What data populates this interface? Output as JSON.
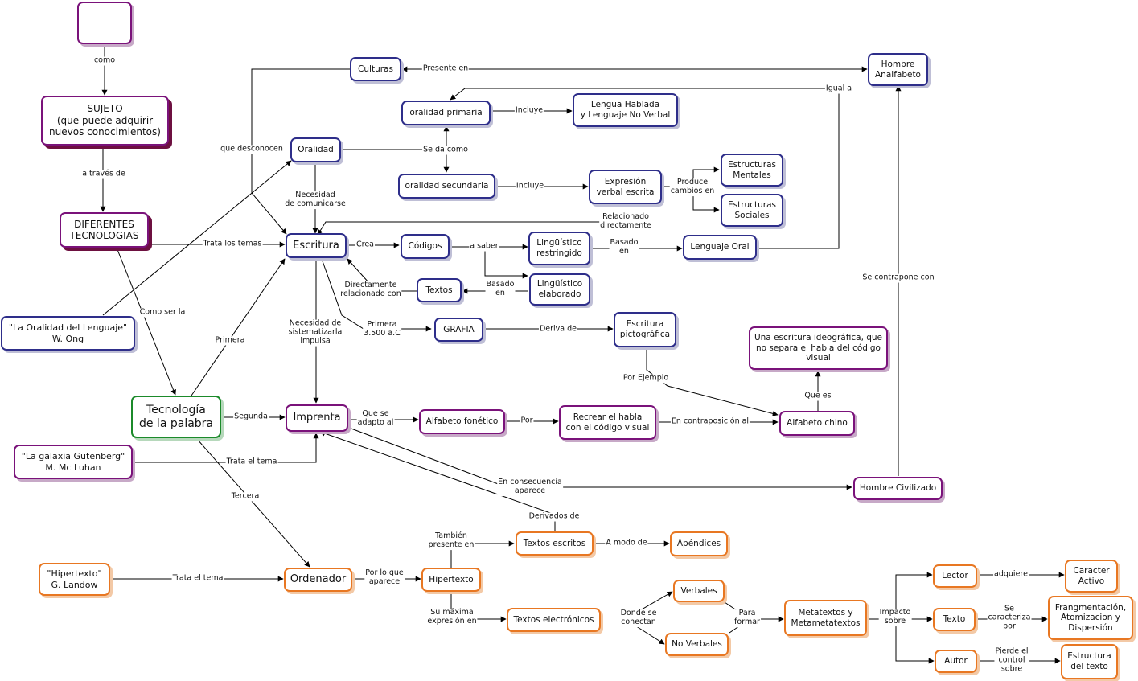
{
  "nodes": {
    "empty": "",
    "sujeto": "SUJETO\n(que puede adquirir\nnuevos conocimientos)",
    "diferentes": "DIFERENTES\nTECNOLOGIAS",
    "ong": "\"La Oralidad del Lenguaje\"\nW. Ong",
    "tecnologia": "Tecnología\nde la palabra",
    "gutenberg": "\"La galaxia Gutenberg\"\nM. Mc Luhan",
    "hipertexto_landow": "\"Hipertexto\"\nG. Landow",
    "culturas": "Culturas",
    "hombre_analfabeto": "Hombre\nAnalfabeto",
    "oralidad_primaria": "oralidad primaria",
    "lengua_hablada": "Lengua Hablada\ny Lenguaje No Verbal",
    "oralidad": "Oralidad",
    "oralidad_secundaria": "oralidad secundaria",
    "expresion_verbal": "Expresión\nverbal escrita",
    "estructuras_mentales": "Estructuras\nMentales",
    "estructuras_sociales": "Estructuras\nSociales",
    "escritura": "Escritura",
    "codigos": "Códigos",
    "linguistico_restringido": "Lingüístico\nrestringido",
    "lenguaje_oral": "Lenguaje Oral",
    "textos": "Textos",
    "linguistico_elaborado": "Lingüístico\nelaborado",
    "grafia": "GRAFIA",
    "escritura_pictografica": "Escritura\npictográfica",
    "escritura_ideografica": "Una escritura ideográfica, que\nno separa el habla del código\nvisual",
    "imprenta": "Imprenta",
    "alfabeto_fonetico": "Alfabeto fonético",
    "recrear_habla": "Recrear el habla\ncon el código visual",
    "alfabeto_chino": "Alfabeto chino",
    "hombre_civilizado": "Hombre Civilizado",
    "textos_escritos": "Textos escritos",
    "apendices": "Apéndices",
    "ordenador": "Ordenador",
    "hipertexto": "Hipertexto",
    "verbales": "Verbales",
    "textos_electronicos": "Textos electrónicos",
    "no_verbales": "No Verbales",
    "metatextos": "Metatextos y\nMetametatextos",
    "lector": "Lector",
    "texto": "Texto",
    "autor": "Autor",
    "caracter_activo": "Caracter\nActivo",
    "fragmentacion": "Frangmentación,\nAtomizacion y\nDispersión",
    "estructura_texto": "Estructura\ndel texto"
  },
  "links": {
    "como": "como",
    "a_traves_de": "a través de",
    "como_ser_la": "Como ser la",
    "trata_los_temas": "Trata los temas",
    "que_desconocen": "que desconocen",
    "presente_en": "Presente en",
    "igual_a": "Igual a",
    "incluye_1": "Incluye",
    "se_da_como": "Se da como",
    "incluye_2": "Incluye",
    "produce_cambios": "Produce\ncambios en",
    "relacionado_directamente": "Relacionado\ndirectamente",
    "necesidad_comunicarse": "Necesidad\nde comunicarse",
    "crea": "Crea",
    "a_saber": "a saber",
    "basado_en_1": "Basado\nen",
    "basado_en_2": "Basado\nen",
    "directamente_relacionado": "Directamente\nrelacionado con",
    "se_contrapone": "Se contrapone con",
    "primera_3500": "Primera\n3.500 a.C",
    "deriva_de": "Deriva de",
    "necesidad_sistematizarla": "Necesidad de\nsistematizarla\nimpulsa",
    "primera": "Primera",
    "por_ejemplo": "Por Ejemplo",
    "que_es": "Que es",
    "segunda": "Segunda",
    "que_se_adapto": "Que se\nadapto al",
    "por": "Por",
    "en_contraposicion": "En contraposición al",
    "trata_el_tema_1": "Trata el tema",
    "en_consecuencia": "En consecuencia\naparece",
    "tercera": "Tercera",
    "derivados_de": "Derivados de",
    "tambien_presente": "También\npresente en",
    "a_modo_de": "A modo de",
    "trata_el_tema_2": "Trata el tema",
    "por_lo_que_aparece": "Por lo que\naparece",
    "su_maxima": "Su máxima\nexpresión en",
    "donde_se_conectan": "Donde se\nconectan",
    "para_formar": "Para\nformar",
    "impacto_sobre": "Impacto\nsobre",
    "adquiere": "adquiere",
    "se_caracteriza": "Se\ncaracteriza\npor",
    "pierde_control": "Pierde el\ncontrol\nsobre"
  }
}
